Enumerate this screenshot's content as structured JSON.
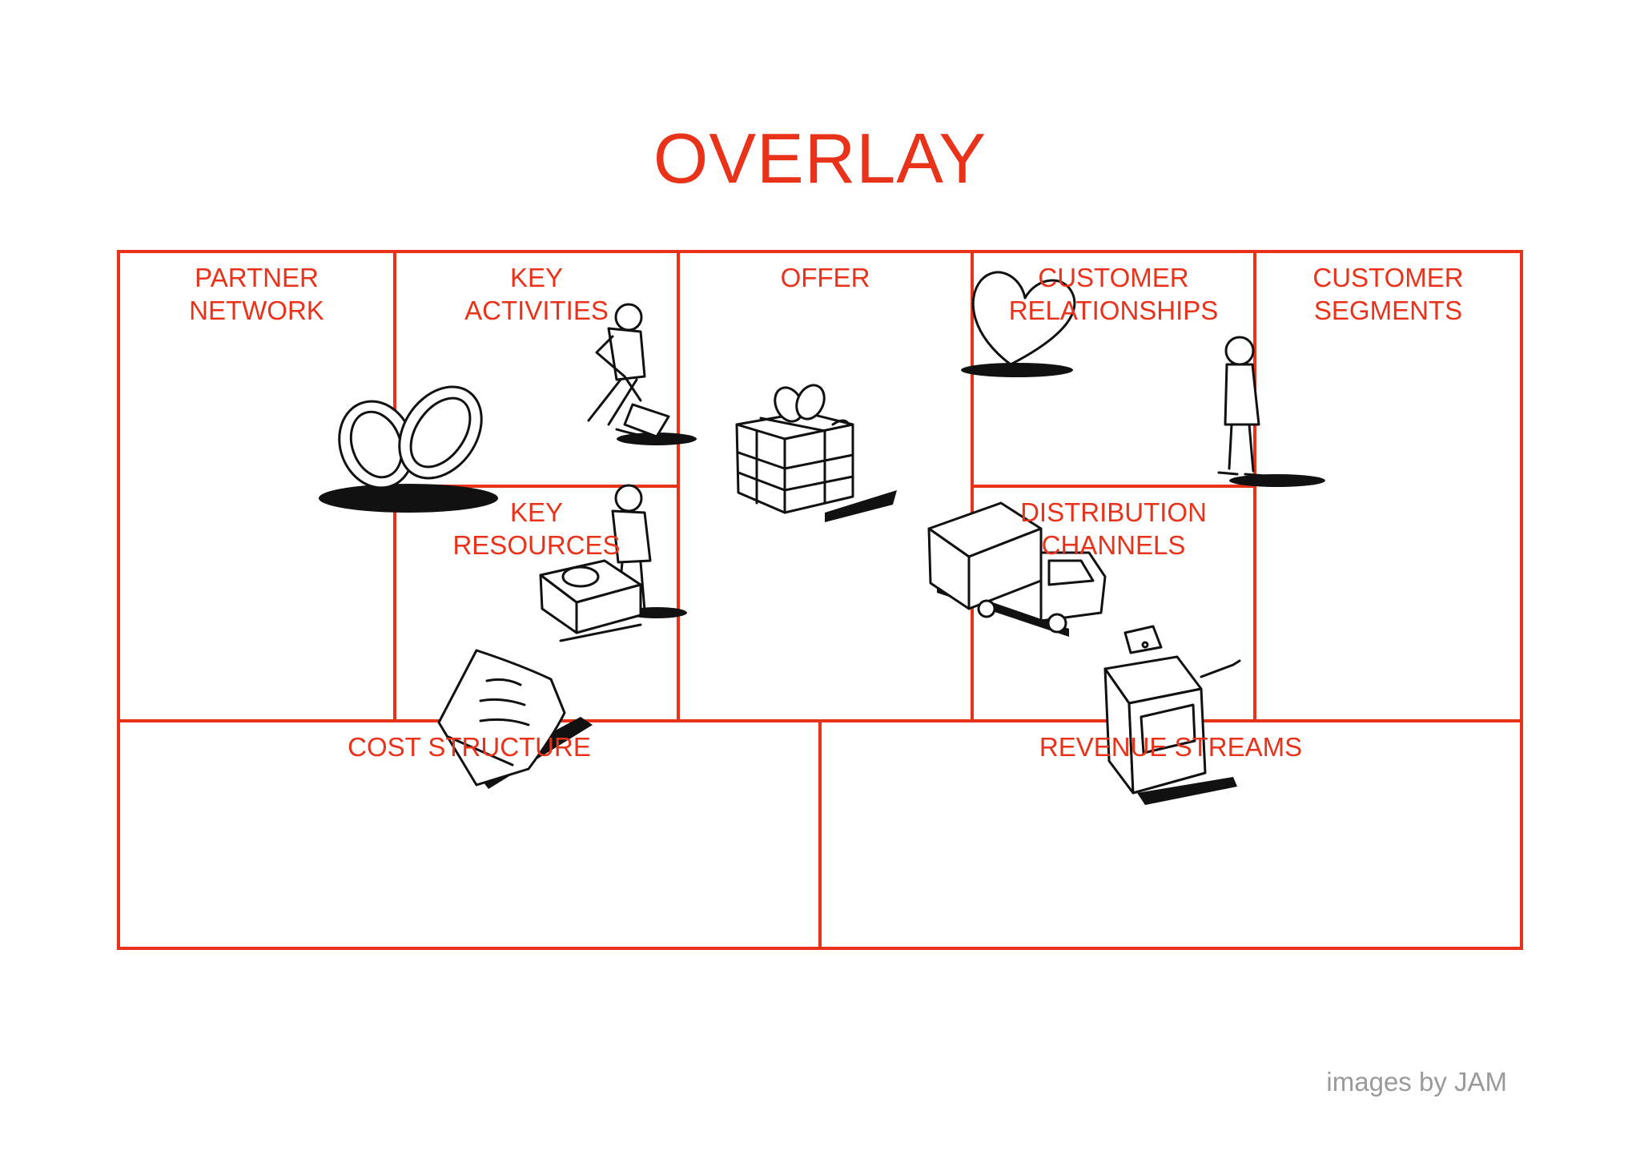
{
  "title": "OVERLAY",
  "canvas": {
    "partner_network": [
      "PARTNER",
      "NETWORK"
    ],
    "key_activities": [
      "KEY",
      "ACTIVITIES"
    ],
    "key_resources": [
      "KEY",
      "RESOURCES"
    ],
    "offer": [
      "OFFER"
    ],
    "customer_relationships": [
      "CUSTOMER",
      "RELATIONSHIPS"
    ],
    "distribution_channels": [
      "DISTRIBUTION",
      "CHANNELS"
    ],
    "customer_segments": [
      "CUSTOMER",
      "SEGMENTS"
    ],
    "cost_structure": [
      "COST STRUCTURE"
    ],
    "revenue_streams": [
      "REVENUE STREAMS"
    ]
  },
  "credit": "images by JAM",
  "colors": {
    "accent": "#e8321a",
    "credit": "#9a9a9a",
    "ink": "#111111",
    "background": "#ffffff"
  },
  "illustrations": [
    "wedding-rings-icon",
    "person-digging-icon",
    "gift-box-icon",
    "heart-icon",
    "customer-person-icon",
    "person-with-cargo-icon",
    "delivery-truck-icon",
    "cash-register-icon",
    "invoice-paper-icon"
  ]
}
